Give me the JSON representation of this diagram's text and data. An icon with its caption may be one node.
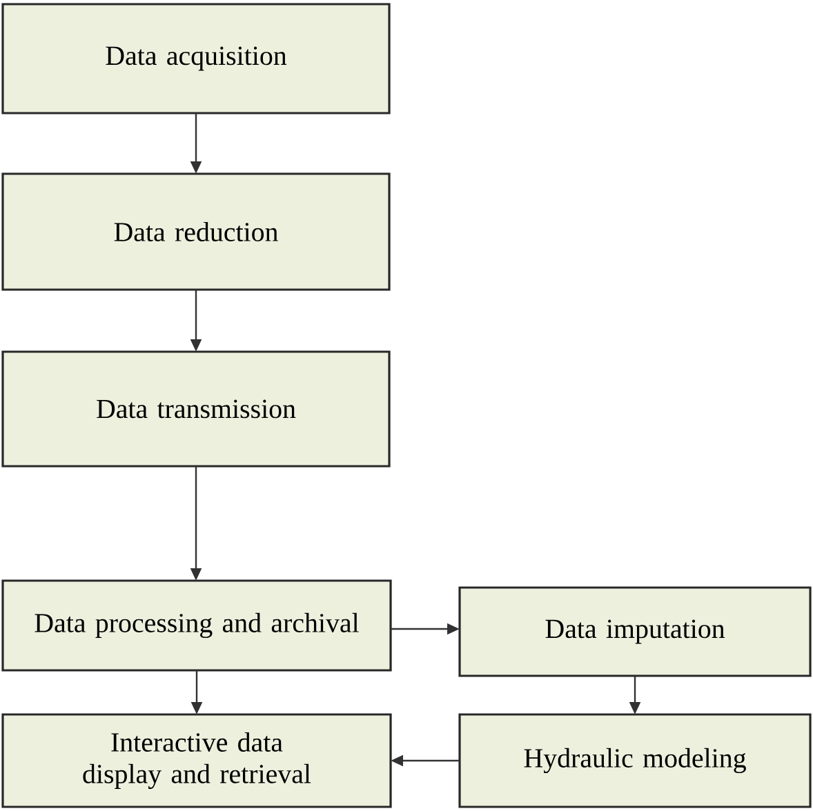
{
  "diagram": {
    "nodes": [
      {
        "text": [
          "Data acquisition"
        ]
      },
      {
        "text": [
          "Data reduction"
        ]
      },
      {
        "text": [
          "Data transmission"
        ]
      },
      {
        "text": [
          "Data processing and archival"
        ]
      },
      {
        "text": [
          "Data imputation"
        ]
      },
      {
        "text": [
          "Interactive data display and retrieval"
        ]
      },
      {
        "text": [
          "Hydraulic modeling"
        ]
      }
    ],
    "edges": [
      {
        "from": 0,
        "to": 1,
        "arrow": "to"
      },
      {
        "from": 1,
        "to": 2,
        "arrow": "to"
      },
      {
        "from": 2,
        "to": 3,
        "arrow": "to"
      },
      {
        "from": 3,
        "to": 4,
        "arrow": "to"
      },
      {
        "from": 3,
        "to": 5,
        "arrow": "to"
      },
      {
        "from": 4,
        "to": 6,
        "arrow": "to"
      },
      {
        "from": 6,
        "to": 5,
        "arrow": "to"
      }
    ]
  }
}
